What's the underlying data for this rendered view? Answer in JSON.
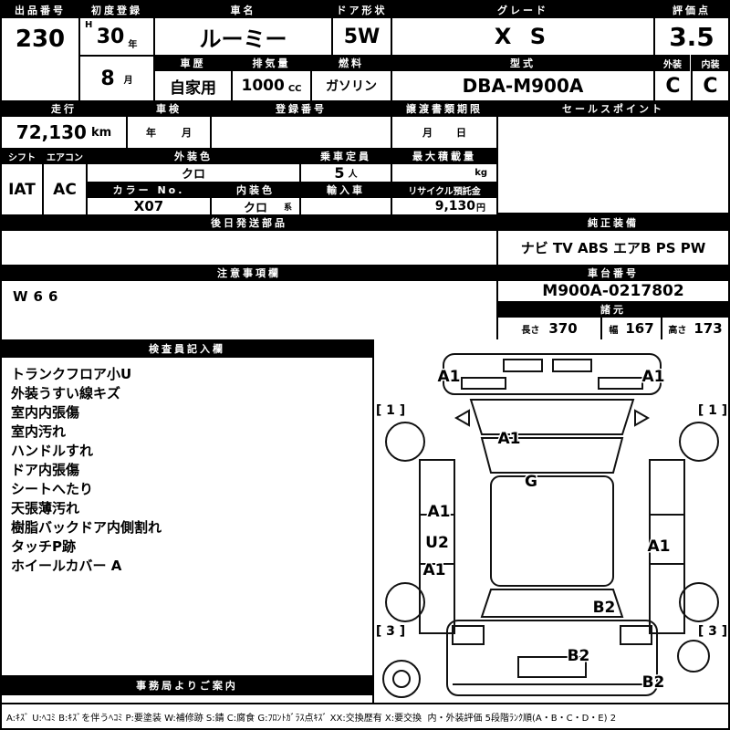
{
  "row1": {
    "exhibit": {
      "label": "出品番号",
      "value": "230"
    },
    "first_reg": {
      "label": "初度登録",
      "era": "H",
      "year": "30",
      "year_unit": "年",
      "month": "8",
      "month_unit": "月"
    },
    "car_name": {
      "label": "車名",
      "value": "ルーミー"
    },
    "door": {
      "label": "ドア形状",
      "value": "5W"
    },
    "grade": {
      "label": "グレード",
      "value": "X S"
    },
    "score": {
      "label": "評価点",
      "value": "3.5"
    },
    "history": {
      "label": "車歴",
      "value": "自家用"
    },
    "displacement": {
      "label": "排気量",
      "value": "1000",
      "unit": "CC"
    },
    "fuel": {
      "label": "燃料",
      "value": "ガソリン"
    },
    "model": {
      "label": "型式",
      "value": "DBA-M900A"
    },
    "exterior": {
      "label": "外装",
      "value": "C"
    },
    "interior": {
      "label": "内装",
      "value": "C"
    }
  },
  "row2": {
    "mileage": {
      "label": "走行",
      "value": "72,130",
      "unit": "km"
    },
    "shaken": {
      "label": "車検",
      "year": "年",
      "month": "月"
    },
    "reg_no": {
      "label": "登録番号",
      "value": ""
    },
    "transfer": {
      "label": "譲渡書類期限",
      "month": "月",
      "day": "日"
    },
    "sales_point": {
      "label": "セールスポイント",
      "value": ""
    }
  },
  "row3": {
    "shift": {
      "label": "シフト",
      "value": "IAT"
    },
    "aircon": {
      "label": "エアコン",
      "value": "AC"
    },
    "ext_color": {
      "label": "外装色",
      "value": "クロ"
    },
    "capacity": {
      "label": "乗車定員",
      "value": "5",
      "unit": "人"
    },
    "max_load": {
      "label": "最大積載量",
      "value": "",
      "unit": "kg"
    },
    "color_no": {
      "label": "カラー No.",
      "value": "X07"
    },
    "int_color": {
      "label": "内装色",
      "value": "クロ",
      "suffix": "系"
    },
    "imported": {
      "label": "輸入車",
      "value": ""
    },
    "recycle": {
      "label": "リサイクル預託金",
      "value": "9,130",
      "unit": "円"
    }
  },
  "row4": {
    "later_parts": {
      "label": "後日発送部品",
      "value": ""
    },
    "equipment": {
      "label": "純正装備",
      "value": "ナビ TV ABS エアB PS PW"
    }
  },
  "row5": {
    "notes": {
      "label": "注意事項欄",
      "value": "W66"
    },
    "chassis": {
      "label": "車台番号",
      "value": "M900A-0217802"
    },
    "spec": {
      "label": "諸元",
      "length_label": "長さ",
      "length": "370",
      "width_label": "幅",
      "width": "167",
      "height_label": "高さ",
      "height": "173"
    }
  },
  "inspector": {
    "label": "検査員記入欄",
    "items": [
      "トランクフロア小U",
      "外装うすい線キズ",
      "室内内張傷",
      "室内汚れ",
      "ハンドルすれ",
      "ドア内張傷",
      "シートへたり",
      "天張薄汚れ",
      "樹脂バックドア内側割れ",
      "タッチP跡",
      "ホイールカバー A"
    ],
    "office_label": "事務局よりご案内"
  },
  "diagram": {
    "markers": [
      {
        "label": "A1"
      },
      {
        "label": "A1"
      },
      {
        "label": "[ 1 ]"
      },
      {
        "label": "[ 1 ]"
      },
      {
        "label": "A1"
      },
      {
        "label": "G"
      },
      {
        "label": "A1"
      },
      {
        "label": "U2"
      },
      {
        "label": "A1"
      },
      {
        "label": "A1"
      },
      {
        "label": "B2"
      },
      {
        "label": "[ 3 ]"
      },
      {
        "label": "[ 3 ]"
      },
      {
        "label": "B2"
      },
      {
        "label": "B2"
      }
    ]
  },
  "legend": "A:ｷｽﾞ U:ﾍｺﾐ B:ｷｽﾞを伴うﾍｺﾐ P:要塗装 W:補修跡 S:錆 C:腐食 G:ﾌﾛﾝﾄｶﾞﾗｽ点ｷｽﾞ XX:交換歴有 X:要交換  内・外装評価 5段階ﾗﾝｸ順(A・B・C・D・E) 2"
}
